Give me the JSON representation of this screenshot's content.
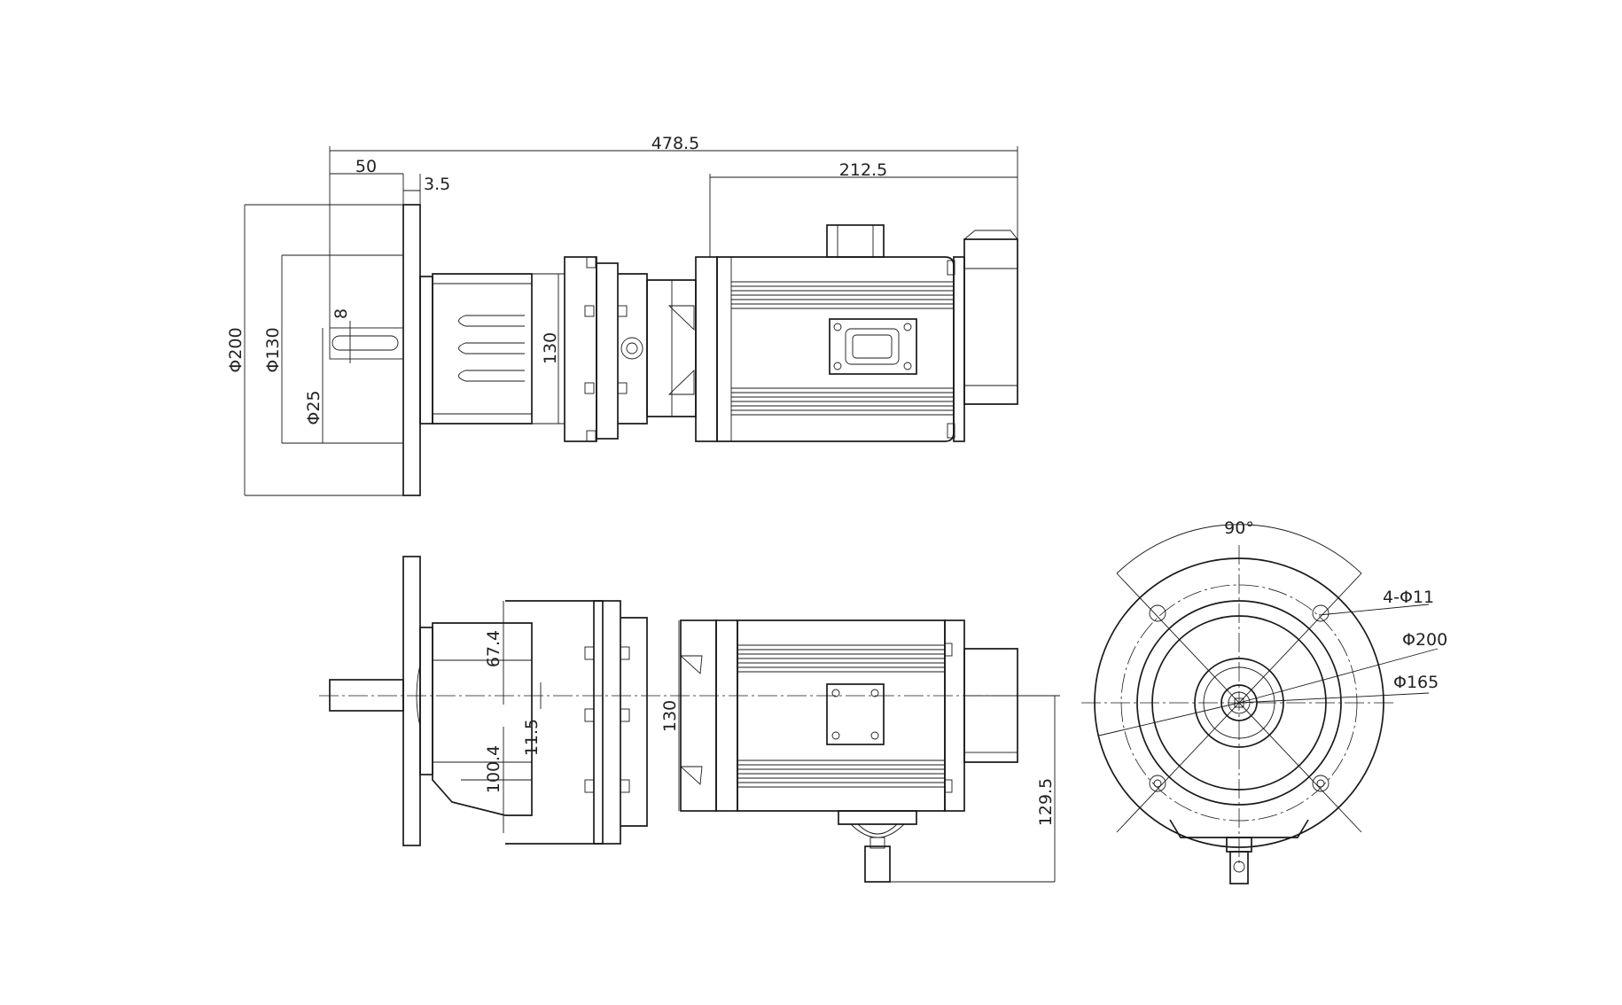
{
  "dims": {
    "overall_length": "478.5",
    "shaft_length": "50",
    "flange_thickness": "3.5",
    "motor_length": "212.5",
    "flange_diameter": "Φ200",
    "spigot_diameter": "Φ130",
    "shaft_diameter": "Φ25",
    "key_width": "8",
    "gear_height_top": "130",
    "offset_67": "67.4",
    "offset_11": "11.5",
    "offset_100": "100.4",
    "gear_height_side": "130",
    "side_height": "129.5"
  },
  "end_view": {
    "angle": "90°",
    "bolt_holes": "4-Φ11",
    "pcd": "Φ200",
    "spigot": "Φ165"
  }
}
